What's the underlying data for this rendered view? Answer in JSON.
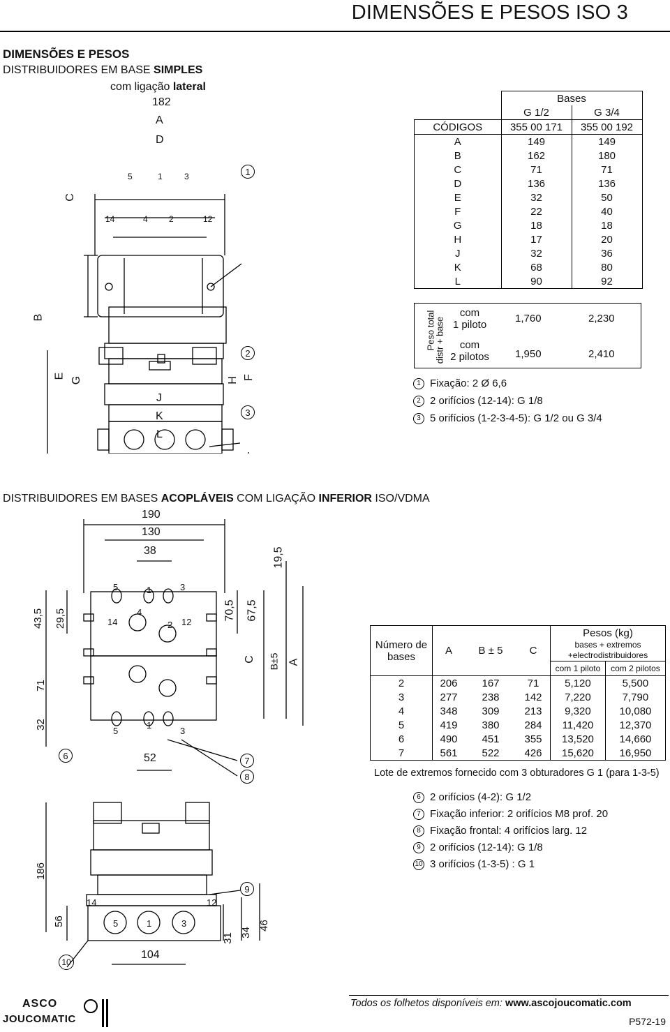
{
  "header": {
    "title": "DIMENSÕES E PESOS ISO 3"
  },
  "section1": {
    "title": "DIMENSÕES E PESOS",
    "subtitle_pre": "DISTRIBUIDORES EM BASE ",
    "subtitle_bold": "SIMPLES",
    "connection_pre": "com ligação ",
    "connection_bold": "lateral"
  },
  "codes_table": {
    "bases_label": "Bases",
    "thread": [
      "G 1/2",
      "G 3/4"
    ],
    "codes_label": "CÓDIGOS",
    "codes": [
      "355 00 171",
      "355 00 192"
    ],
    "rows": [
      {
        "k": "A",
        "a": "149",
        "b": "149"
      },
      {
        "k": "B",
        "a": "162",
        "b": "180"
      },
      {
        "k": "C",
        "a": "71",
        "b": "71"
      },
      {
        "k": "D",
        "a": "136",
        "b": "136"
      },
      {
        "k": "E",
        "a": "32",
        "b": "50"
      },
      {
        "k": "F",
        "a": "22",
        "b": "40"
      },
      {
        "k": "G",
        "a": "18",
        "b": "18"
      },
      {
        "k": "H",
        "a": "17",
        "b": "20"
      },
      {
        "k": "J",
        "a": "32",
        "b": "36"
      },
      {
        "k": "K",
        "a": "68",
        "b": "80"
      },
      {
        "k": "L",
        "a": "90",
        "b": "92"
      }
    ],
    "weight_label_1": "Peso total",
    "weight_label_2": "distr + base",
    "weights": [
      {
        "l1": "com",
        "l2": "1 piloto",
        "a": "1,760",
        "b": "2,230"
      },
      {
        "l1": "com",
        "l2": "2 pilotos",
        "a": "1,950",
        "b": "2,410"
      }
    ]
  },
  "notes1": [
    {
      "n": "1",
      "t": "Fixação: 2 Ø 6,6"
    },
    {
      "n": "2",
      "t": "2 orifícios (12-14): G 1/8"
    },
    {
      "n": "3",
      "t": "5 orifícios (1-2-3-4-5): G 1/2 ou G 3/4"
    }
  ],
  "section2": {
    "pre": "DISTRIBUIDORES EM BASES ",
    "b1": "ACOPLÁVEIS",
    "mid": " COM LIGAÇÃO ",
    "b2": "INFERIOR",
    "post": " ISO/VDMA"
  },
  "weights_table": {
    "h_number": "Número de bases",
    "h_a": "A",
    "h_b": "B ± 5",
    "h_c": "C",
    "h_weights": "Pesos (kg)",
    "h_sub1": "bases + extremos",
    "h_sub2": "+electrodistribuidores",
    "h_p1": "com 1 piloto",
    "h_p2": "com 2 pilotos",
    "rows": [
      [
        "2",
        "206",
        "167",
        "71",
        "5,120",
        "5,500"
      ],
      [
        "3",
        "277",
        "238",
        "142",
        "7,220",
        "7,790"
      ],
      [
        "4",
        "348",
        "309",
        "213",
        "9,320",
        "10,080"
      ],
      [
        "5",
        "419",
        "380",
        "284",
        "11,420",
        "12,370"
      ],
      [
        "6",
        "490",
        "451",
        "355",
        "13,520",
        "14,660"
      ],
      [
        "7",
        "561",
        "522",
        "426",
        "15,620",
        "16,950"
      ]
    ],
    "footnote": "Lote de extremos fornecido com 3 obturadores G 1 (para 1-3-5)"
  },
  "notes2": [
    {
      "n": "6",
      "t": "2 orifícios (4-2): G 1/2"
    },
    {
      "n": "7",
      "t": "Fixação inferior: 2 orifícios M8 prof. 20"
    },
    {
      "n": "8",
      "t": "Fixação frontal: 4 orifícios larg. 12"
    },
    {
      "n": "9",
      "t": "2 orifícios (12-14): G 1/8"
    },
    {
      "n": "10",
      "t": "3 orifícios (1-3-5) : G 1"
    }
  ],
  "drawing1": {
    "d182": "182",
    "dA": "A",
    "dD": "D",
    "dC": "C",
    "dB": "B",
    "dE": "E",
    "dG": "G",
    "dH": "H",
    "dF": "F",
    "dJ": "J",
    "dK": "K",
    "dL": "L",
    "ports_top": [
      "5",
      "1",
      "3"
    ],
    "ports_bot": [
      "14",
      "4",
      "2",
      "12"
    ],
    "c1": "1",
    "c2": "2",
    "c3": "3"
  },
  "drawing2": {
    "d190": "190",
    "d130": "130",
    "d38": "38",
    "d195": "19,5",
    "d705": "70,5",
    "d675": "67,5",
    "dC": "C",
    "dB": "B±5",
    "dA": "A",
    "d435": "43,5",
    "d295": "29,5",
    "d71": "71",
    "d32": "32",
    "d52": "52",
    "p5": "5",
    "p1": "1",
    "p3": "3",
    "p4": "4",
    "p14": "14",
    "p2": "2",
    "p12": "12",
    "c6": "6",
    "c7": "7",
    "c8": "8"
  },
  "drawing3": {
    "d186": "186",
    "d56": "56",
    "d104": "104",
    "d31": "31",
    "d34": "34",
    "d46": "46",
    "p14": "14",
    "p12": "12",
    "p5": "5",
    "p1": "1",
    "p3": "3",
    "c9": "9",
    "c10": "10"
  },
  "footer": {
    "pre": "Todos os folhetos disponíveis em: ",
    "url": "www.ascojoucomatic.com",
    "page": "P572-19"
  },
  "logo": {
    "brand1": "ASCO",
    "brand2": "JOUCOMATIC"
  }
}
